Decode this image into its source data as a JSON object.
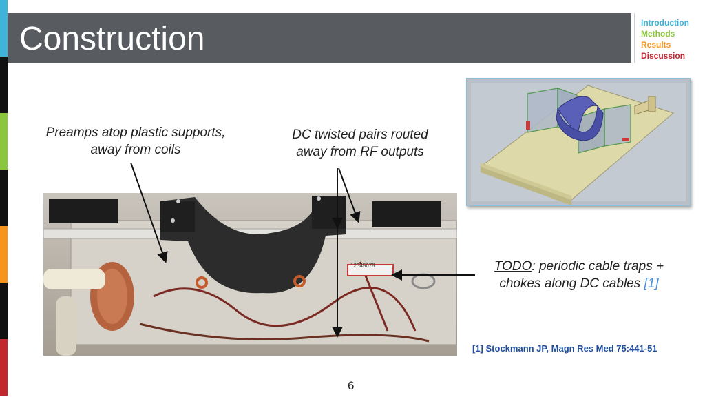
{
  "slide": {
    "title": "Construction",
    "page_number": "6",
    "reference": "[1] Stockmann JP, Magn Res Med 75:441-51"
  },
  "nav": {
    "items": [
      {
        "label": "Introduction",
        "color": "#3fb3d8"
      },
      {
        "label": "Methods",
        "color": "#8cc63f"
      },
      {
        "label": "Results",
        "color": "#f7941d"
      },
      {
        "label": "Discussion",
        "color": "#c1272d"
      }
    ]
  },
  "sidebar_colors": [
    "#3fb3d8",
    "#111111",
    "#8cc63f",
    "#111111",
    "#f7941d",
    "#111111",
    "#c1272d"
  ],
  "captions": {
    "preamps_line1": "Preamps atop plastic supports,",
    "preamps_line2": "away from coils",
    "dc_line1": "DC twisted pairs routed",
    "dc_line2": "away from RF outputs",
    "todo_word": "TODO",
    "todo_rest": ": periodic cable traps +",
    "todo_line2": "chokes along DC cables ",
    "todo_cite": "[1]"
  },
  "photo": {
    "connector_label": "12345678"
  }
}
